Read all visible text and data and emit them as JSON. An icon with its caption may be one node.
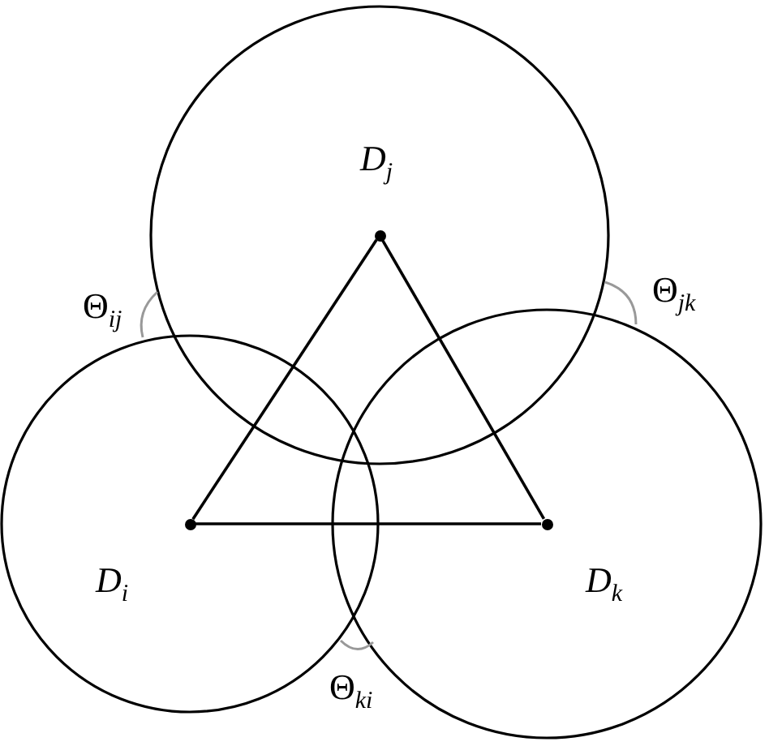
{
  "diagram": {
    "nodes": [
      {
        "text": [
          "D$_{j}$"
        ]
      },
      {
        "text": [],
        "shape": "dot",
        "in": 0
      },
      {
        "text": [
          "D$_{i}$"
        ]
      },
      {
        "text": [],
        "shape": "dot",
        "in": 2
      },
      {
        "text": [
          "D$_{k}$"
        ]
      },
      {
        "text": [],
        "shape": "dot",
        "in": 4
      }
    ],
    "edges": [
      {
        "from": 1,
        "to": 3,
        "arrow": "none"
      },
      {
        "from": 1,
        "to": 5,
        "arrow": "none"
      },
      {
        "from": 3,
        "to": 5,
        "arrow": "none"
      }
    ],
    "labels": [
      "Θ$_{ij}$",
      "Θ$_{jk}$",
      "Θ$_{ki}$"
    ]
  }
}
